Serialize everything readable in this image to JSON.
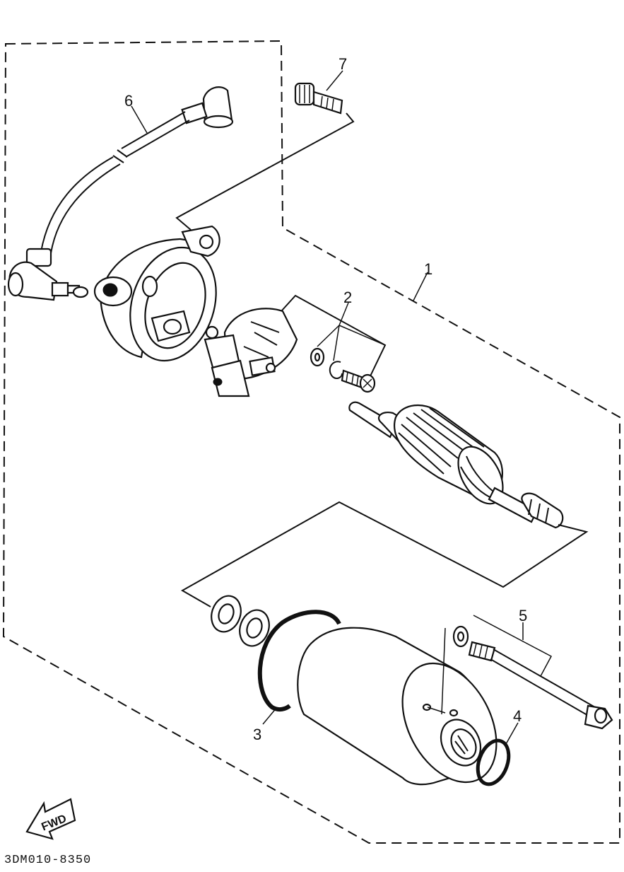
{
  "diagram": {
    "code": "3DM010-8350",
    "fwd_label": "FWD",
    "callouts": [
      {
        "id": "1",
        "label": "1"
      },
      {
        "id": "2",
        "label": "2"
      },
      {
        "id": "3",
        "label": "3"
      },
      {
        "id": "4",
        "label": "4"
      },
      {
        "id": "5",
        "label": "5"
      },
      {
        "id": "6",
        "label": "6"
      },
      {
        "id": "7",
        "label": "7"
      }
    ]
  }
}
